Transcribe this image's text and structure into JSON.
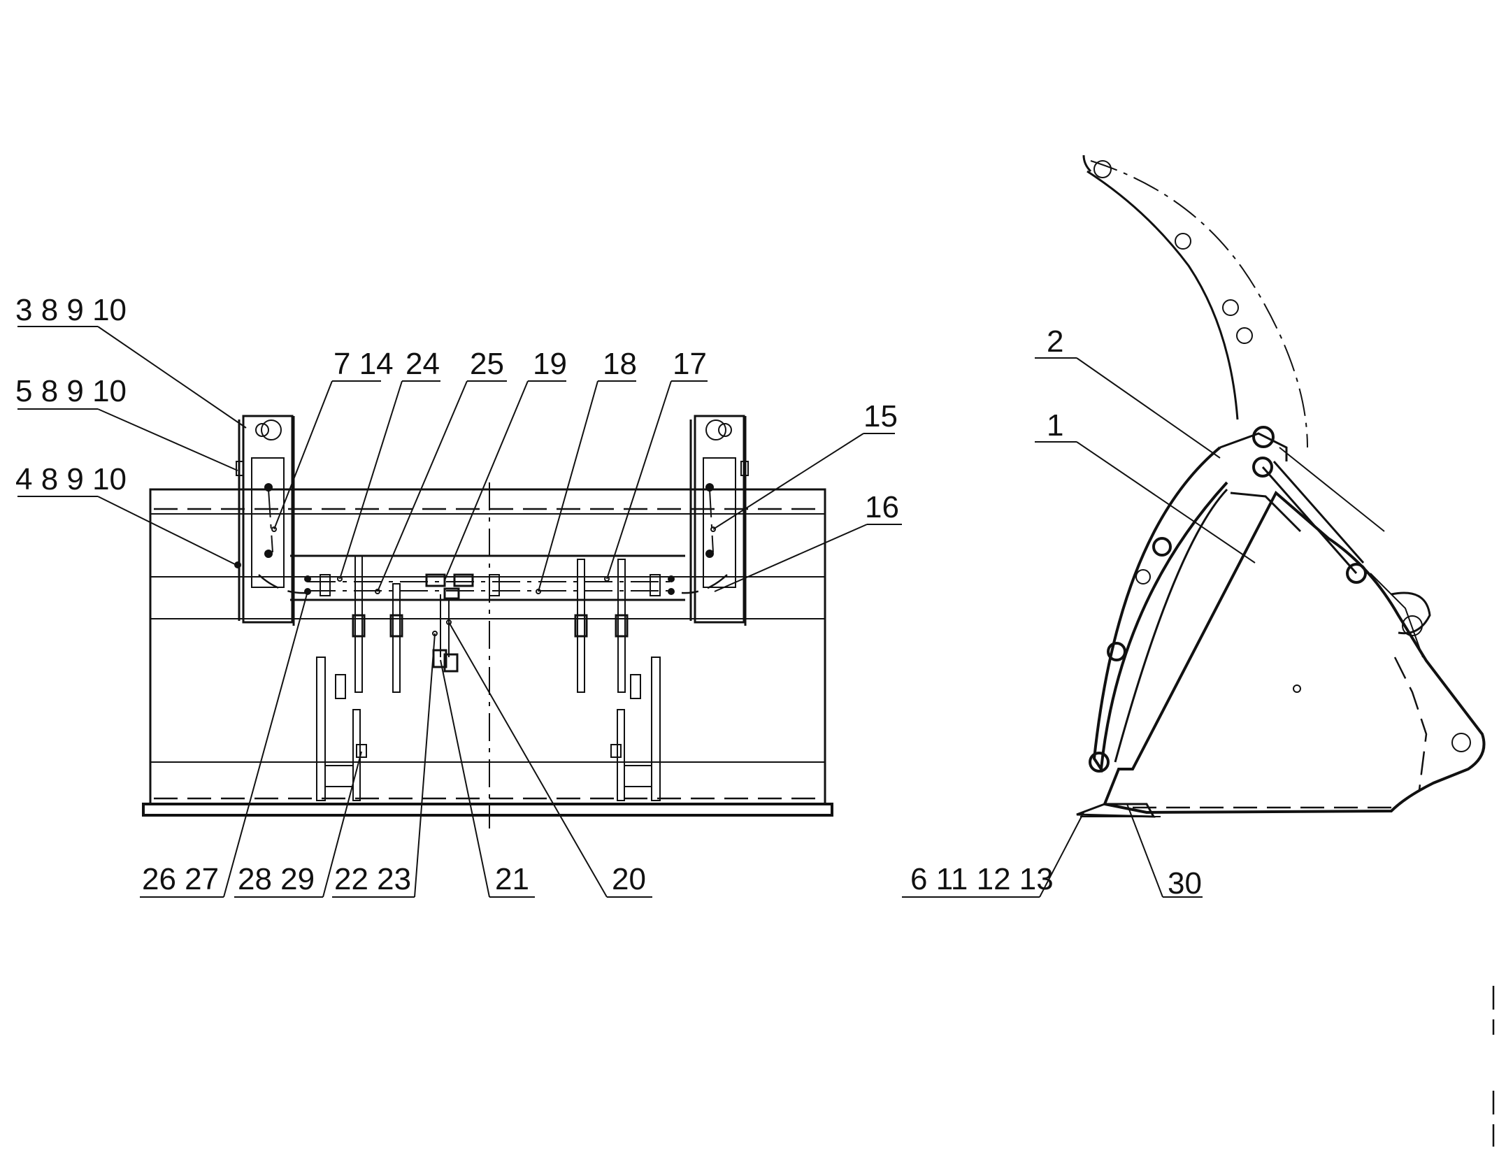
{
  "callouts": {
    "c_3_8_9_10": "3 8 9 10",
    "c_5_8_9_10": "5 8 9 10",
    "c_4_8_9_10": "4 8 9 10",
    "c_7_14": "7 14",
    "c_24": "24",
    "c_25": "25",
    "c_19": "19",
    "c_18": "18",
    "c_17": "17",
    "c_15": "15",
    "c_16": "16",
    "c_26_27": "26 27",
    "c_28_29": "28 29",
    "c_22_23": "22 23",
    "c_21": "21",
    "c_20": "20",
    "c_2": "2",
    "c_1": "1",
    "c_6_11_12_13": "6 11 12 13",
    "c_30": "30"
  }
}
